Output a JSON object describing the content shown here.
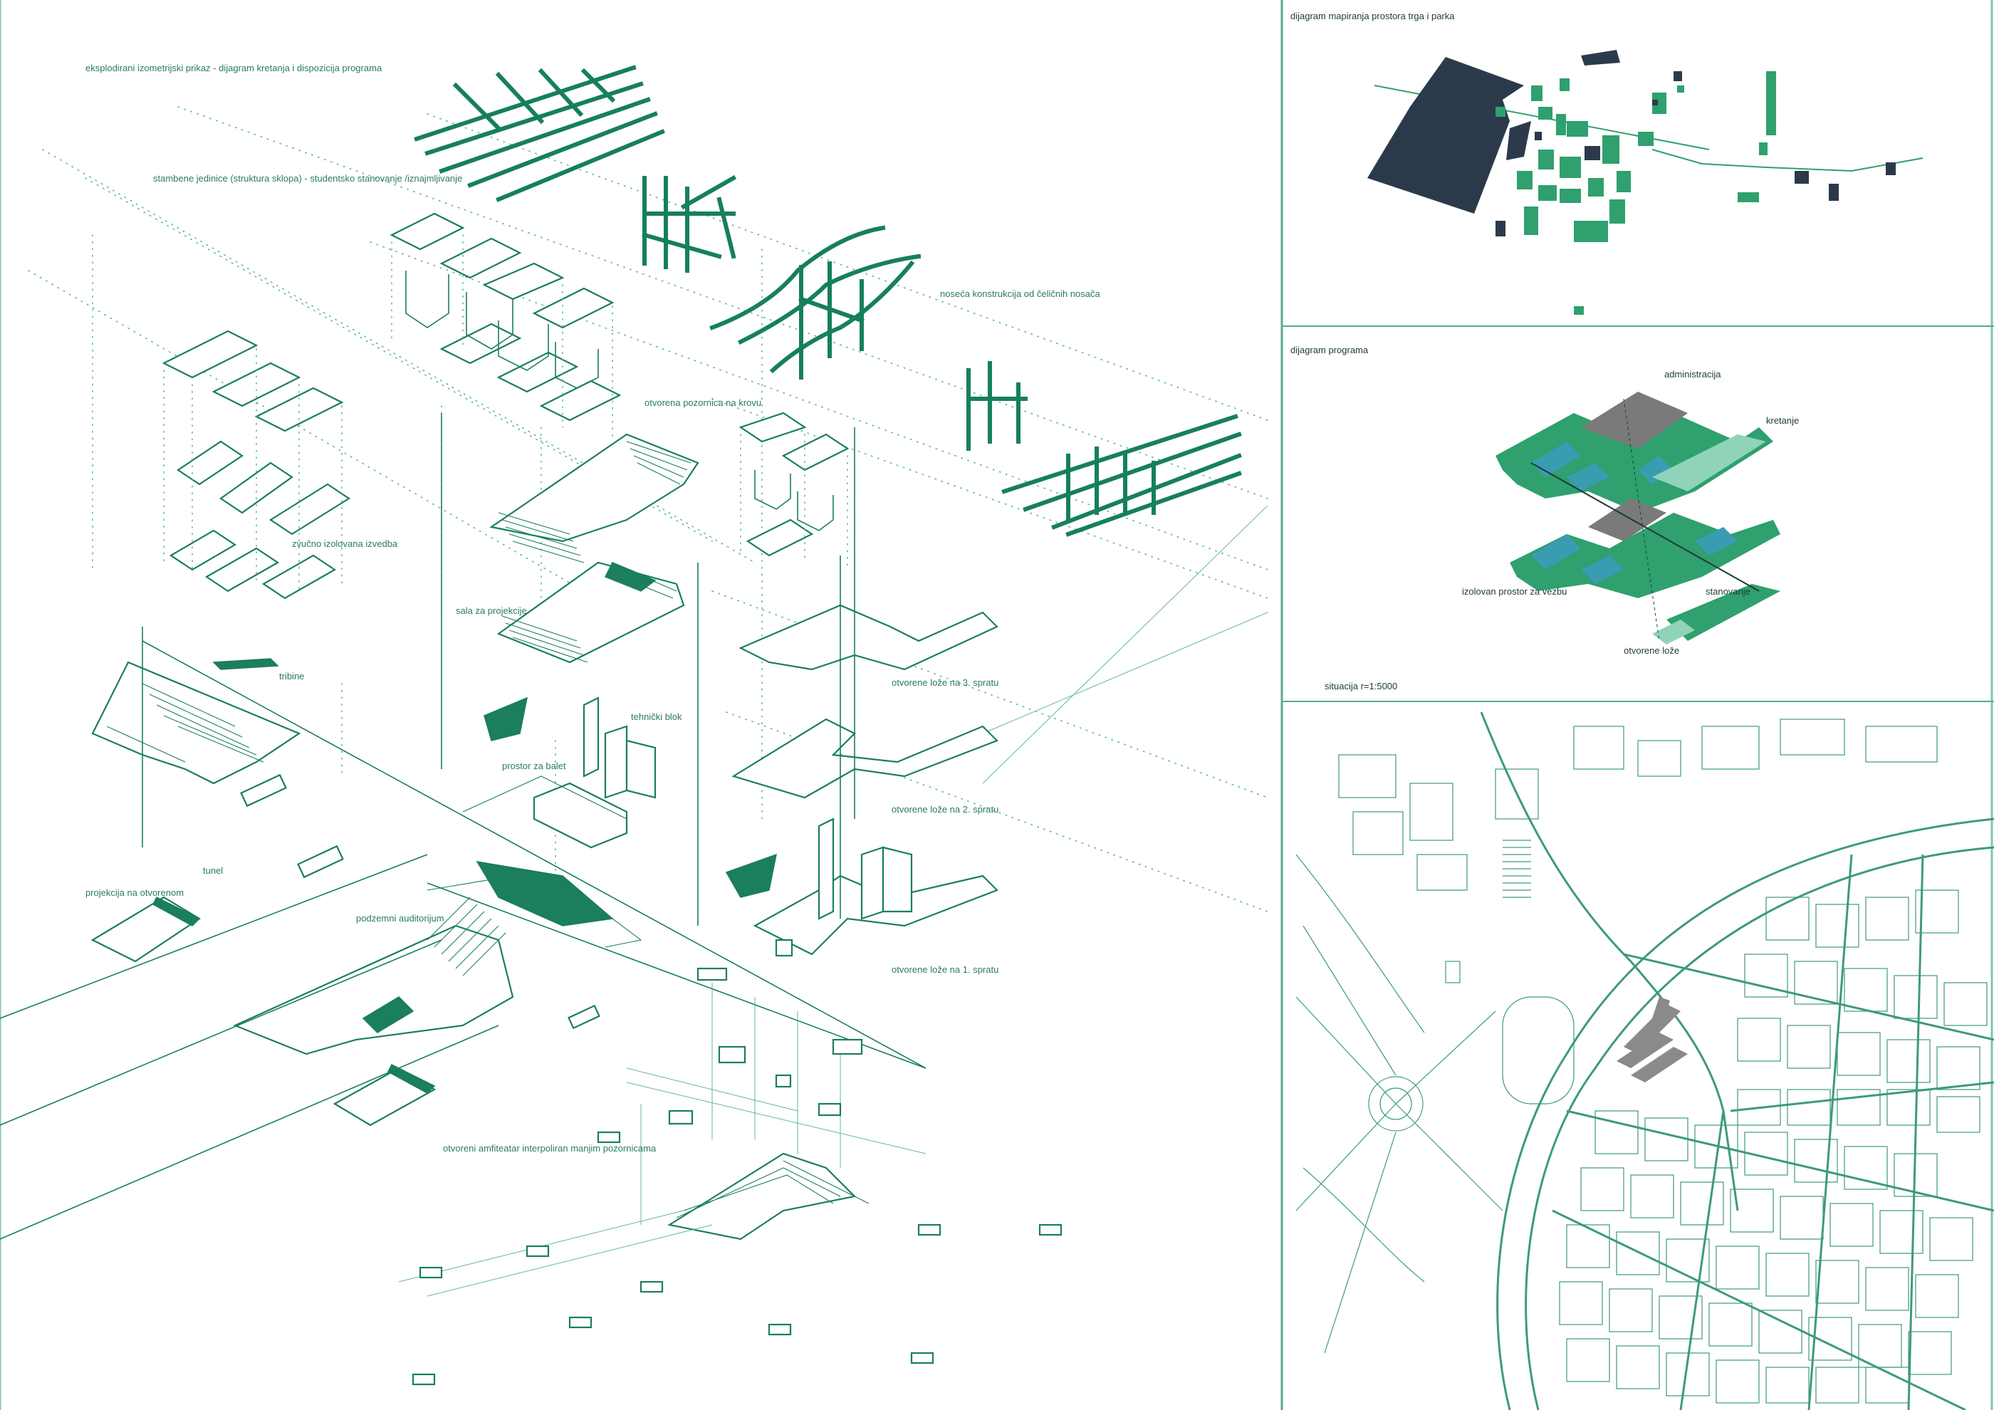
{
  "labels": {
    "main_title": "eksplodirani izometrijski prikaz - dijagram kretanja i dispozicija programa",
    "housing": "stambene jedinice (struktura sklopa) - studentsko stanovanje /iznajmljivanje",
    "steel": "noseća konstrukcija od čeličnih nosača",
    "roof_stage": "otvorena pozornica na krovu",
    "acoustic": "zvučno izolovana izvedba",
    "projection_hall": "sala za projekcije",
    "tribunes": "tribine",
    "technical": "tehnički blok",
    "ballet": "prostor za balet",
    "loggia3": "otvorene lože na 3. spratu",
    "loggia2": "otvorene lože na 2. spratu",
    "loggia1": "otvorene lože na 1. spratu",
    "tunnel": "tunel",
    "open_projection": "projekcija na otvorenom",
    "auditorium": "podzemni auditorijum",
    "amphitheatre": "otvoreni amfiteatar interpoliran manjim pozornicama"
  },
  "panels": {
    "mapping_title": "dijagram mapiranja prostora trga i parka",
    "program_title": "dijagram  programa",
    "situation_title": "situacija r=1:5000"
  },
  "program_labels": {
    "administration": "administracija",
    "movement": "kretanje",
    "isolated": "izolovan prostor za vezbu",
    "housing": "stanovanje",
    "loggias": "otvorene lože"
  },
  "colors": {
    "line_green": "#1a7f5a",
    "light_green": "#5fb89b",
    "dark_navy": "#2b3a4a",
    "program_green": "#2fa06e",
    "program_teal": "#3a9cb0",
    "program_grey": "#7a7a7a",
    "program_pale": "#8fd4b8",
    "text": "#2a7a66"
  }
}
